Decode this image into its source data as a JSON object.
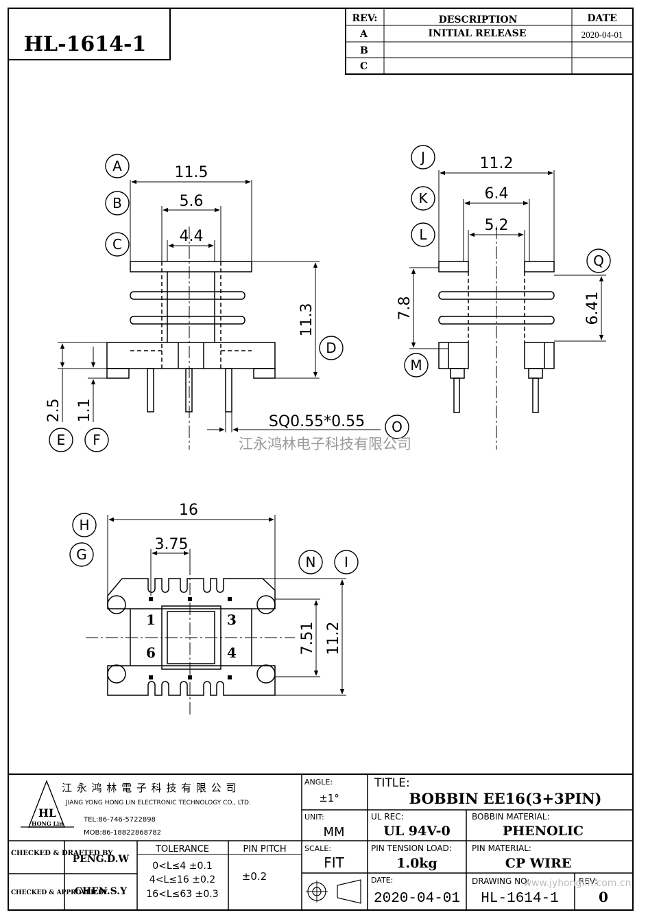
{
  "part_number": "HL-1614-1",
  "revision_table": {
    "headers": {
      "rev": "REV:",
      "description": "DESCRIPTION",
      "date": "DATE"
    },
    "rows": [
      {
        "rev": "A",
        "description": "INITIAL RELEASE",
        "date": "2020-04-01"
      },
      {
        "rev": "B",
        "description": "",
        "date": ""
      },
      {
        "rev": "C",
        "description": "",
        "date": ""
      }
    ]
  },
  "front_view": {
    "labels": {
      "a": "A",
      "b": "B",
      "c": "C",
      "d": "D",
      "e": "E",
      "f": "F",
      "o": "O"
    },
    "dims": {
      "a": "11.5",
      "b": "5.6",
      "c": "4.4",
      "d": "11.3",
      "e": "2.5",
      "f": "1.1",
      "pin": "SQ0.55*0.55"
    }
  },
  "side_view": {
    "labels": {
      "j": "J",
      "k": "K",
      "l": "L",
      "m": "M",
      "q": "Q"
    },
    "dims": {
      "j": "11.2",
      "k": "6.4",
      "l": "5.2",
      "m": "7.8",
      "q": "6.41"
    }
  },
  "bottom_view": {
    "labels": {
      "h": "H",
      "g": "G",
      "n": "N",
      "i": "I"
    },
    "dims": {
      "h": "16",
      "g": "3.75",
      "n": "7.51",
      "i": "11.2"
    },
    "pins": [
      "1",
      "3",
      "6",
      "4"
    ]
  },
  "watermark": "江永鸿林电子科技有限公司",
  "title_block": {
    "company_cn": "江 永 鸿 林 電 子 科 技 有 限 公 司",
    "company_en": "JIANG YONG HONG LIN ELECTRONIC TECHNOLOGY CO., LTD.",
    "logo_text": "HL",
    "logo_sub": "HONG Lin",
    "tel": "TEL:86-746-5722898",
    "mob": "MOB:86-18822868782",
    "angle_label": "ANGLE:",
    "angle_value": "±1°",
    "title_label": "TITLE:",
    "title_value": "BOBBIN   EE16(3+3PIN)",
    "unit_label": "UNIT:",
    "unit_value": "MM",
    "ul_label": "UL REC:",
    "ul_value": "UL 94V-0",
    "bobbin_material_label": "BOBBIN MATERIAL:",
    "bobbin_material_value": "PHENOLIC",
    "checked_drafted_label": "CHECKED & DRAFTED BY",
    "checked_drafted_value": "PENG.D.W",
    "checked_approved_label": "CHECKED & APPROVED BY",
    "checked_approved_value": "CHEN.S.Y",
    "tolerance_label": "TOLERANCE",
    "tolerances": [
      "0<L≤4  ±0.1",
      "4<L≤16 ±0.2",
      "16<L≤63 ±0.3"
    ],
    "pin_pitch_label": "PIN PITCH",
    "pin_pitch_value": "±0.2",
    "scale_label": "SCALE:",
    "scale_value": "FIT",
    "pin_tension_label": "PIN TENSION LOAD:",
    "pin_tension_value": "1.0kg",
    "pin_material_label": "PIN MATERIAL:",
    "pin_material_value": "CP WIRE",
    "date_label": "DATE:",
    "date_value": "2020-04-01",
    "drawing_no_label": "DRAWING NO:",
    "drawing_no_value": "HL-1614-1",
    "rev_label": "REV:",
    "rev_value": "0",
    "website": "www.jyhonglin.com.cn"
  }
}
